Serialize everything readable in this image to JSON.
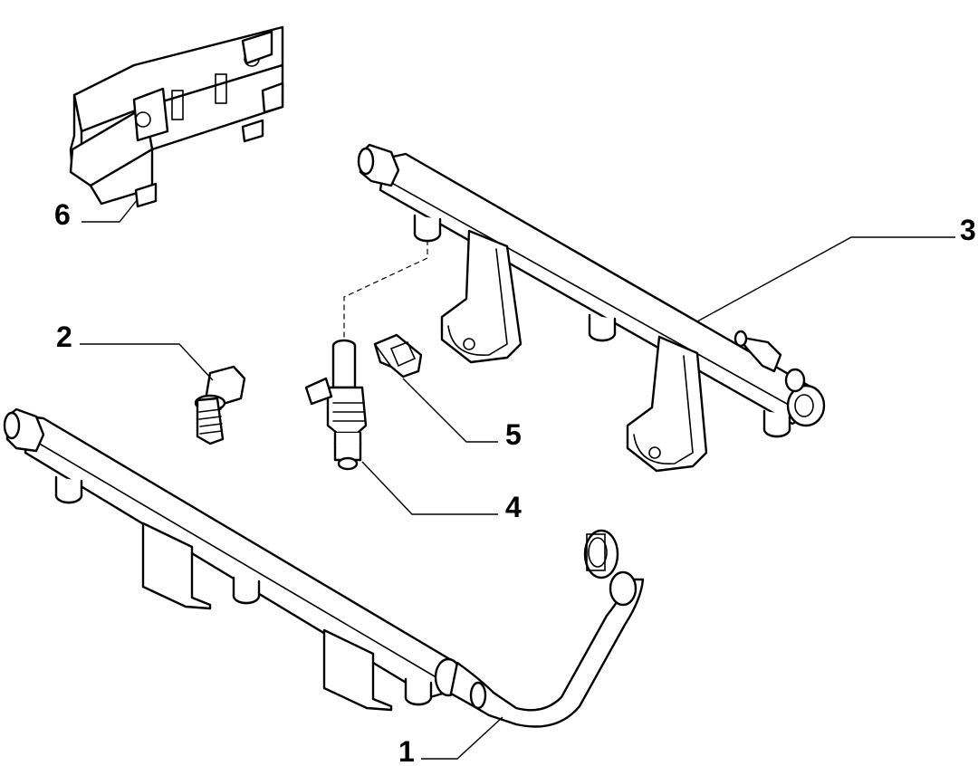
{
  "diagram": {
    "line_color": "#000000",
    "background": "#ffffff",
    "callouts": [
      {
        "id": "1",
        "label": "1"
      },
      {
        "id": "2",
        "label": "2"
      },
      {
        "id": "3",
        "label": "3"
      },
      {
        "id": "4",
        "label": "4"
      },
      {
        "id": "5",
        "label": "5"
      },
      {
        "id": "6",
        "label": "6"
      }
    ]
  }
}
